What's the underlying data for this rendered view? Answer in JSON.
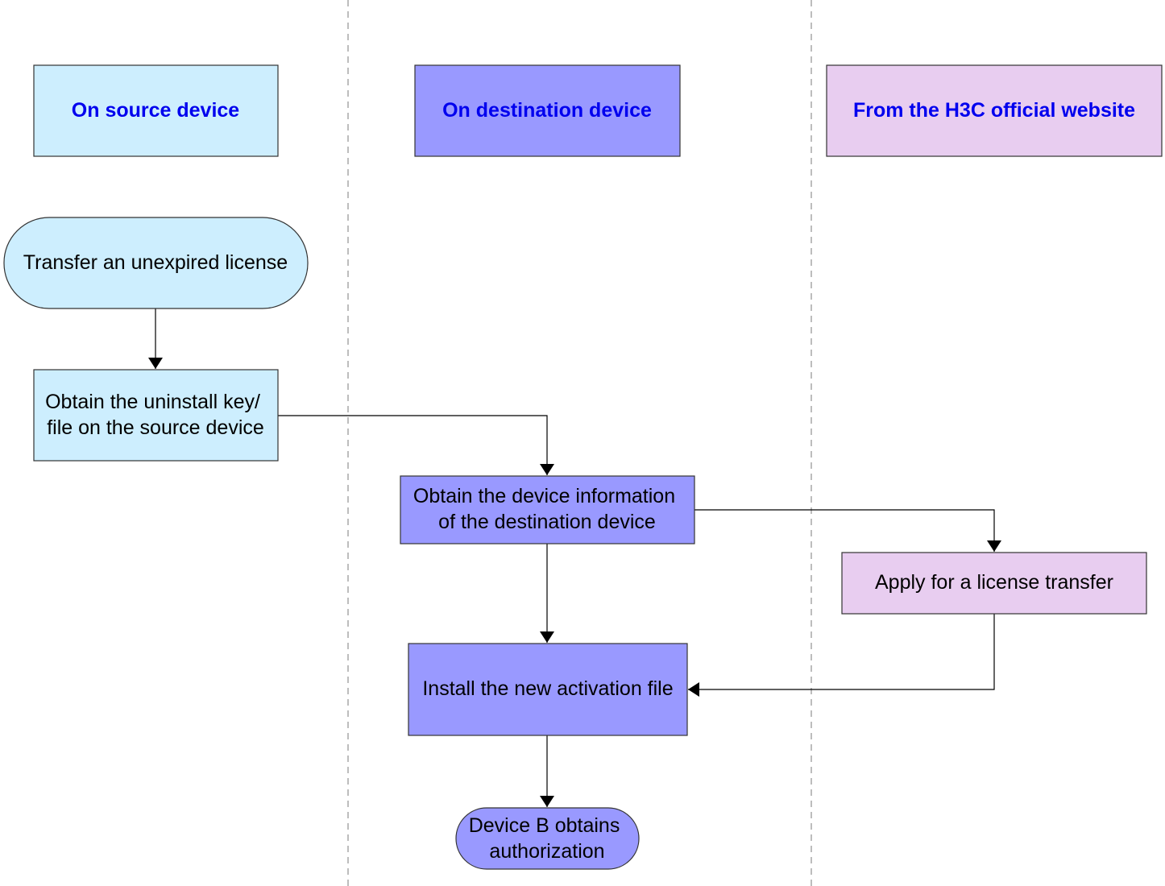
{
  "colors": {
    "source_fill": "#cdeefe",
    "destination_fill": "#9999ff",
    "website_fill": "#e8cdf0",
    "header_text": "#0000ee",
    "arrow": "#000000",
    "lane_divider": "#bdbdbd"
  },
  "lanes": [
    {
      "id": "source",
      "label": "On source device"
    },
    {
      "id": "destination",
      "label": "On destination device"
    },
    {
      "id": "website",
      "label": "From the H3C official website"
    }
  ],
  "nodes": {
    "start": {
      "lines": [
        "Transfer an unexpired license"
      ],
      "shape": "terminator",
      "lane": "source"
    },
    "uninstall": {
      "lines": [
        "Obtain the uninstall key/",
        "file on the source device"
      ],
      "shape": "process",
      "lane": "source"
    },
    "device_info": {
      "lines": [
        "Obtain the device information",
        "of the destination device"
      ],
      "shape": "process",
      "lane": "destination"
    },
    "apply": {
      "lines": [
        "Apply for a license transfer"
      ],
      "shape": "process",
      "lane": "website"
    },
    "install": {
      "lines": [
        "Install the new activation file"
      ],
      "shape": "process",
      "lane": "destination"
    },
    "end": {
      "lines": [
        "Device B obtains",
        "authorization"
      ],
      "shape": "terminator",
      "lane": "destination"
    }
  },
  "edges": [
    {
      "from": "start",
      "to": "uninstall"
    },
    {
      "from": "uninstall",
      "to": "device_info"
    },
    {
      "from": "device_info",
      "to": "apply"
    },
    {
      "from": "device_info",
      "to": "install"
    },
    {
      "from": "apply",
      "to": "install"
    },
    {
      "from": "install",
      "to": "end"
    }
  ]
}
